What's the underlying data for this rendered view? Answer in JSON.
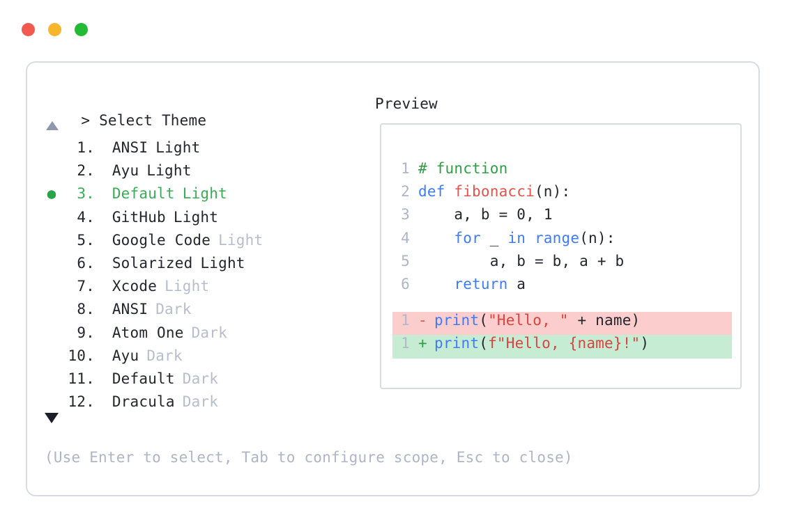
{
  "window": {
    "traffic_lights": [
      {
        "name": "close-button",
        "color": "#f4594f"
      },
      {
        "name": "minimize-button",
        "color": "#f7b52c"
      },
      {
        "name": "maximize-button",
        "color": "#22bb33"
      }
    ]
  },
  "prompt": {
    "caret": ">",
    "title": "Select Theme"
  },
  "scroll": {
    "up_glyph": "▲",
    "down_glyph": "▼"
  },
  "selection": {
    "bullet": "●",
    "selected_index": 3,
    "accent_color": "#3aac57"
  },
  "themes": [
    {
      "index": "1.",
      "name": "ANSI",
      "variant": "Light",
      "variant_plain": true,
      "selected": false
    },
    {
      "index": "2.",
      "name": "Ayu",
      "variant": "Light",
      "variant_plain": true,
      "selected": false
    },
    {
      "index": "3.",
      "name": "Default",
      "variant": "Light",
      "variant_plain": true,
      "selected": true
    },
    {
      "index": "4.",
      "name": "GitHub",
      "variant": "Light",
      "variant_plain": true,
      "selected": false
    },
    {
      "index": "5.",
      "name": "Google Code",
      "variant": "Light",
      "variant_plain": false,
      "selected": false
    },
    {
      "index": "6.",
      "name": "Solarized",
      "variant": "Light",
      "variant_plain": true,
      "selected": false
    },
    {
      "index": "7.",
      "name": "Xcode",
      "variant": "Light",
      "variant_plain": false,
      "selected": false
    },
    {
      "index": "8.",
      "name": "ANSI",
      "variant": "Dark",
      "variant_plain": false,
      "selected": false
    },
    {
      "index": "9.",
      "name": "Atom One",
      "variant": "Dark",
      "variant_plain": false,
      "selected": false
    },
    {
      "index": "10.",
      "name": "Ayu",
      "variant": "Dark",
      "variant_plain": false,
      "selected": false
    },
    {
      "index": "11.",
      "name": "Default",
      "variant": "Dark",
      "variant_plain": false,
      "selected": false
    },
    {
      "index": "12.",
      "name": "Dracula",
      "variant": "Dark",
      "variant_plain": false,
      "selected": false
    }
  ],
  "footer": {
    "hint": "(Use Enter to select, Tab to configure scope, Esc to close)"
  },
  "preview": {
    "label": "Preview",
    "code_lines": [
      {
        "num": "1",
        "tokens": [
          {
            "text": "# function",
            "kind": "comment"
          }
        ]
      },
      {
        "num": "2",
        "tokens": [
          {
            "text": "def ",
            "kind": "keyword"
          },
          {
            "text": "fibonacci",
            "kind": "func"
          },
          {
            "text": "(n):",
            "kind": "plain"
          }
        ]
      },
      {
        "num": "3",
        "tokens": [
          {
            "text": "    a, b = ",
            "kind": "plain"
          },
          {
            "text": "0",
            "kind": "number"
          },
          {
            "text": ", ",
            "kind": "plain"
          },
          {
            "text": "1",
            "kind": "number"
          }
        ]
      },
      {
        "num": "4",
        "tokens": [
          {
            "text": "    ",
            "kind": "plain"
          },
          {
            "text": "for",
            "kind": "keyword"
          },
          {
            "text": " _ ",
            "kind": "plain"
          },
          {
            "text": "in",
            "kind": "keyword"
          },
          {
            "text": " ",
            "kind": "plain"
          },
          {
            "text": "range",
            "kind": "builtin"
          },
          {
            "text": "(n):",
            "kind": "plain"
          }
        ]
      },
      {
        "num": "5",
        "tokens": [
          {
            "text": "        a, b = b, a + b",
            "kind": "plain"
          }
        ]
      },
      {
        "num": "6",
        "tokens": [
          {
            "text": "    ",
            "kind": "plain"
          },
          {
            "text": "return",
            "kind": "keyword"
          },
          {
            "text": " a",
            "kind": "plain"
          }
        ]
      }
    ],
    "diff_lines": [
      {
        "num": "1",
        "marker": "-",
        "type": "removed",
        "tokens": [
          {
            "text": "print",
            "kind": "builtin"
          },
          {
            "text": "(",
            "kind": "plain"
          },
          {
            "text": "\"Hello, \"",
            "kind": "string"
          },
          {
            "text": " + name)",
            "kind": "plain"
          }
        ]
      },
      {
        "num": "1",
        "marker": "+",
        "type": "added",
        "tokens": [
          {
            "text": "print",
            "kind": "builtin"
          },
          {
            "text": "(",
            "kind": "plain"
          },
          {
            "text": "f\"Hello, {name}!\"",
            "kind": "string"
          },
          {
            "text": ")",
            "kind": "plain"
          }
        ]
      }
    ]
  }
}
